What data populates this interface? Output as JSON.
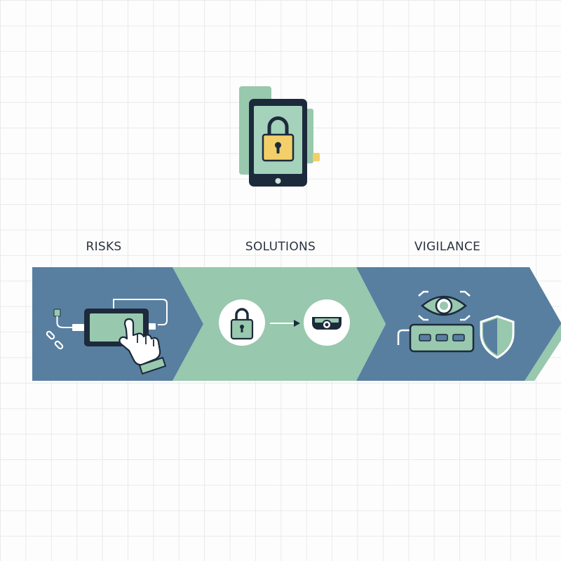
{
  "stages": [
    {
      "id": "risks",
      "label": "RISKS",
      "color": "#587fa0"
    },
    {
      "id": "solutions",
      "label": "SOLUTIONS",
      "color": "#98c8ad"
    },
    {
      "id": "vigilance",
      "label": "VIGILANCE",
      "color": "#587fa0"
    }
  ],
  "colors": {
    "navy": "#1d2a3c",
    "blue": "#587fa0",
    "mint": "#98c8ad",
    "lock_yellow": "#f3cf6a",
    "background": "#fdfdfd",
    "grid": "#e9eaea"
  },
  "icons": {
    "hero": "locked-smartphone-icon",
    "risks": [
      "usb-plug-icon",
      "broken-chain-icon",
      "tablet-icon",
      "pointing-hand-icon"
    ],
    "solutions": [
      "padlock-icon",
      "arrow-right-icon",
      "security-camera-icon"
    ],
    "vigilance": [
      "eye-icon",
      "scan-brackets-icon",
      "network-switch-icon",
      "shield-icon"
    ]
  }
}
